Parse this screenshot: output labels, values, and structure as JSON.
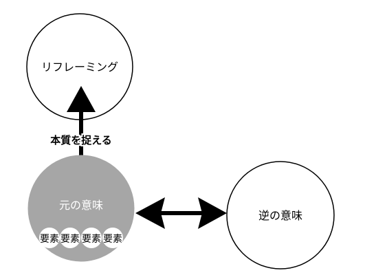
{
  "nodes": {
    "reframing": {
      "label": "リフレーミング"
    },
    "original_meaning": {
      "label": "元の意味"
    },
    "reverse_meaning": {
      "label": "逆の意味"
    }
  },
  "elements": [
    {
      "label": "要素"
    },
    {
      "label": "要素"
    },
    {
      "label": "要素"
    },
    {
      "label": "要素"
    }
  ],
  "edges": {
    "up_arrow": {
      "label": "本質を捉える"
    },
    "bidirectional_arrow": {
      "label": ""
    }
  },
  "colors": {
    "original_fill": "#a6a6a6",
    "stroke": "#000000",
    "background": "#ffffff"
  }
}
